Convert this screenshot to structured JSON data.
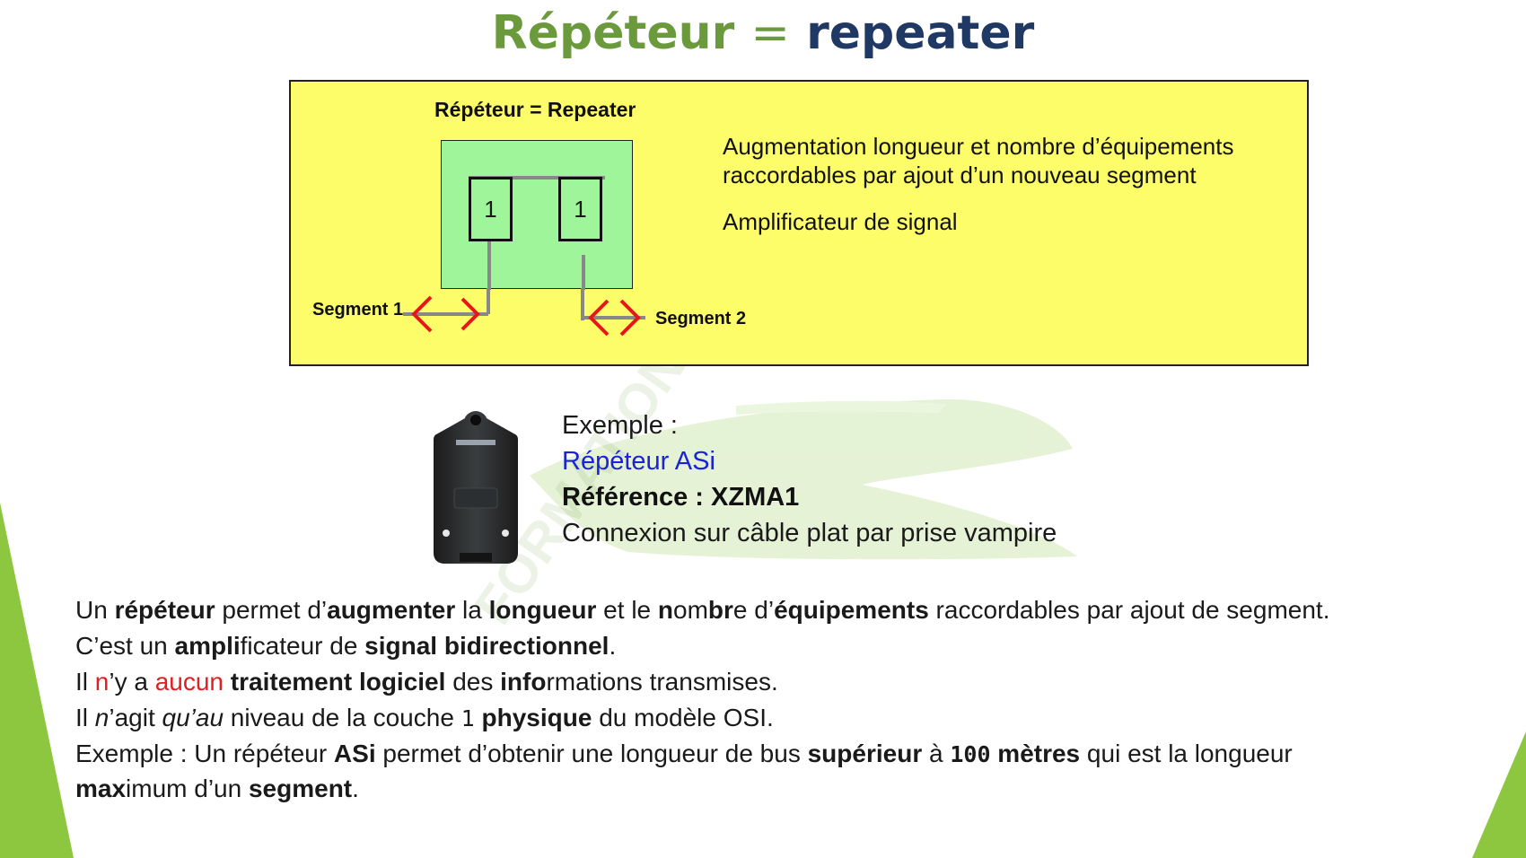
{
  "title": {
    "part1": "Répéteur",
    "eq": "=",
    "part2": "repeater"
  },
  "diagram": {
    "heading": "Répéteur = Repeater",
    "repeater_left": "1",
    "repeater_right": "1",
    "segment1": "Segment 1",
    "segment2": "Segment 2",
    "desc_line1": "Augmentation longueur et nombre d’équipements",
    "desc_line2": "raccordables par ajout d’un nouveau segment",
    "desc_line3": "Amplificateur de signal"
  },
  "example": {
    "label": "Exemple :",
    "product": "Répéteur ASi",
    "reference": "Référence : XZMA1",
    "connection": "Connexion sur câble plat par prise vampire"
  },
  "paragraph": {
    "l1": [
      "Un ",
      "répéteur",
      " permet d’",
      "augmenter",
      " la ",
      "longueur",
      " et le ",
      "n",
      "om",
      "br",
      "e d’",
      "équipements",
      " raccordables par ajout de segment."
    ],
    "l2": [
      "C’est un ",
      "ampli",
      "ficateur de ",
      "signal bidirectionnel",
      "."
    ],
    "l3": [
      "Il ",
      "n",
      "’y a ",
      "aucun",
      " ",
      "traitement logiciel",
      " des ",
      "info",
      "rmations transmises."
    ],
    "l4": [
      "Il ",
      "n",
      "’agit ",
      "qu’au",
      " niveau de la couche ",
      "1",
      " ",
      "physique",
      " du modèle OSI."
    ],
    "l5": [
      "Exemple : Un répéteur ",
      "ASi",
      " permet d’obtenir une longueur de bus ",
      "supérieur",
      " à ",
      "100",
      " ",
      "mètres",
      " qui est la longueur"
    ],
    "l6": [
      "max",
      "imum d’un ",
      "segment",
      "."
    ]
  },
  "colors": {
    "title_green": "#6a9a3c",
    "title_blue": "#1f3864",
    "box_yellow": "#fdfd6a",
    "box_green": "#9ef59a",
    "arrow_red": "#e8161b",
    "accent_green": "#8dc63f"
  }
}
